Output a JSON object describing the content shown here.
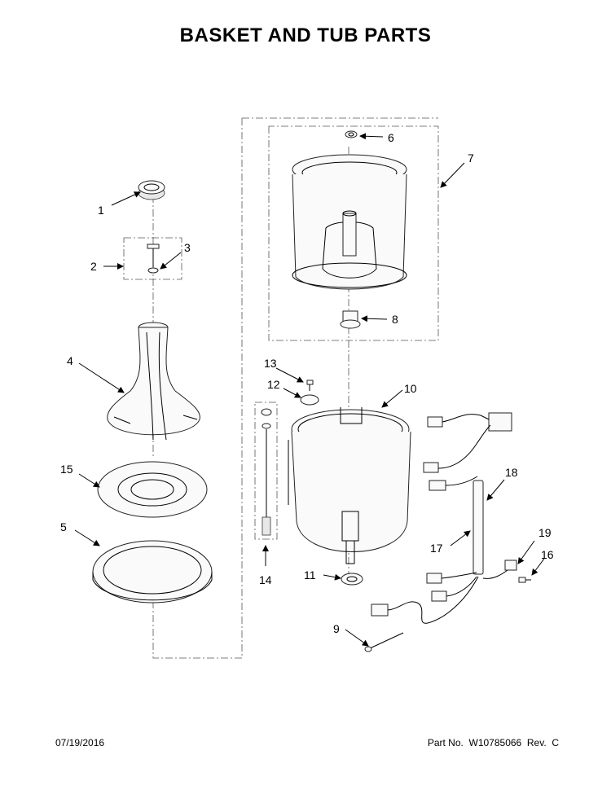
{
  "page": {
    "title": "BASKET AND TUB PARTS",
    "footer_date": "07/19/2016",
    "footer_part": "Part No.  W10785066  Rev.  C"
  },
  "callouts": [
    {
      "id": "c1",
      "label": "1"
    },
    {
      "id": "c2",
      "label": "2"
    },
    {
      "id": "c3",
      "label": "3"
    },
    {
      "id": "c4",
      "label": "4"
    },
    {
      "id": "c5",
      "label": "5"
    },
    {
      "id": "c6",
      "label": "6"
    },
    {
      "id": "c7",
      "label": "7"
    },
    {
      "id": "c8",
      "label": "8"
    },
    {
      "id": "c9",
      "label": "9"
    },
    {
      "id": "c10",
      "label": "10"
    },
    {
      "id": "c11",
      "label": "11"
    },
    {
      "id": "c12",
      "label": "12"
    },
    {
      "id": "c13",
      "label": "13"
    },
    {
      "id": "c14",
      "label": "14"
    },
    {
      "id": "c15",
      "label": "15"
    },
    {
      "id": "c16",
      "label": "16"
    },
    {
      "id": "c17",
      "label": "17"
    },
    {
      "id": "c18",
      "label": "18"
    },
    {
      "id": "c19",
      "label": "19"
    }
  ]
}
